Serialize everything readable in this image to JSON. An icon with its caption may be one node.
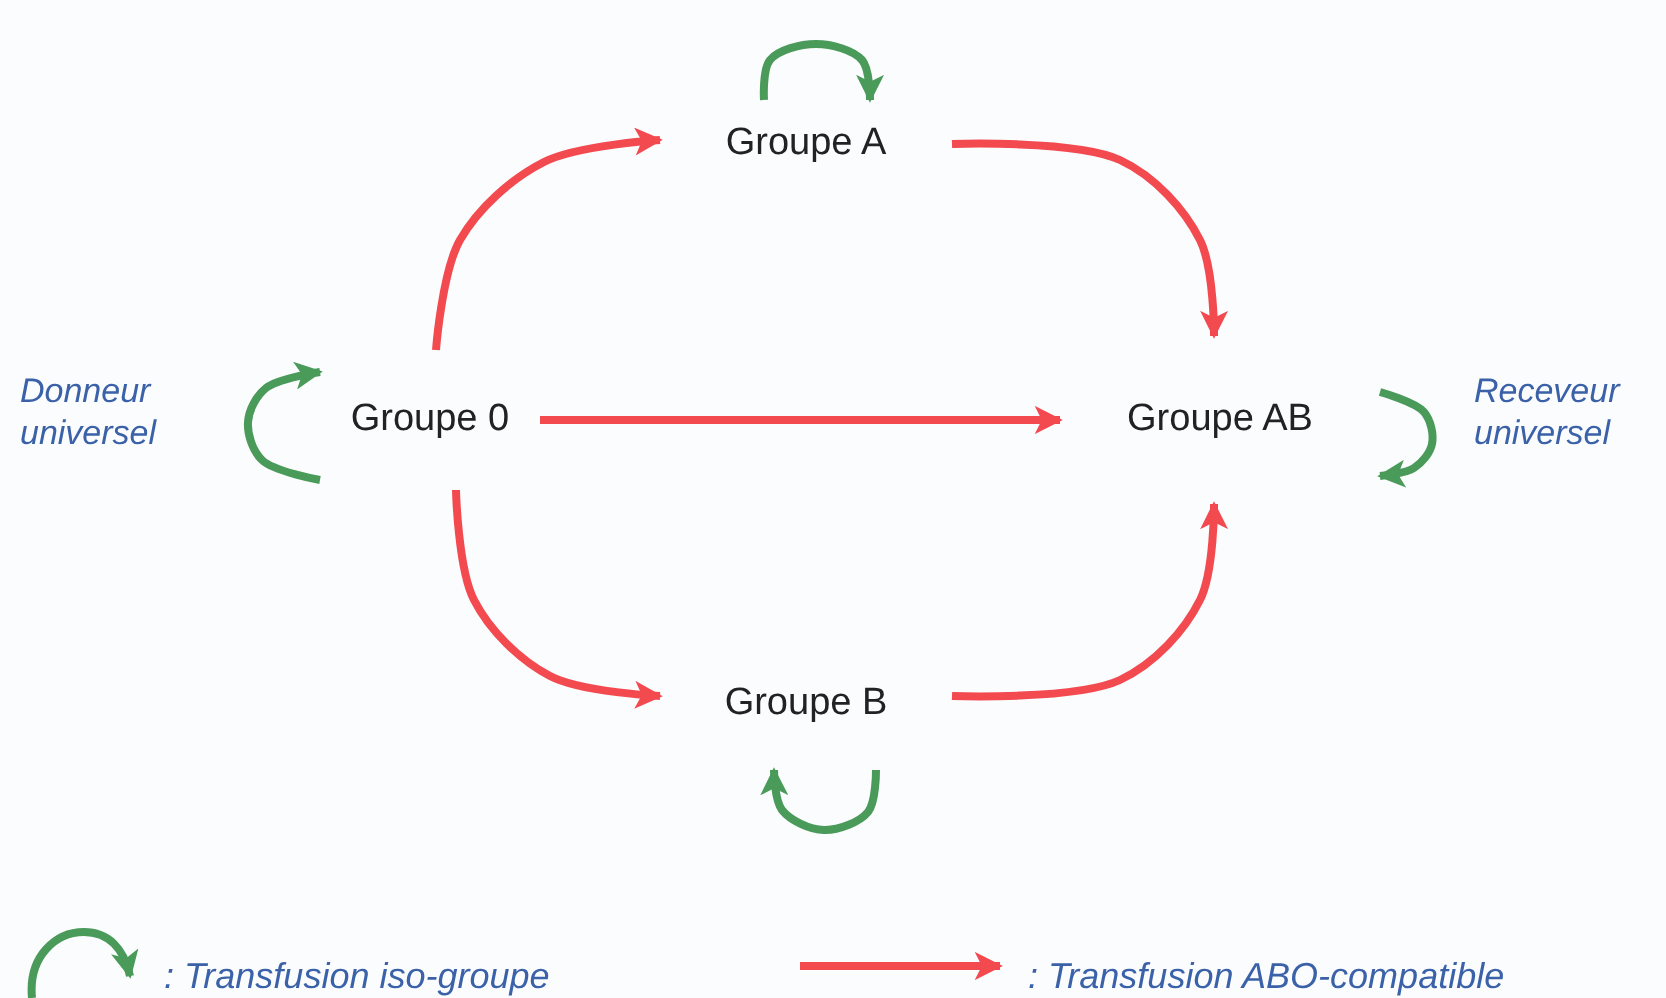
{
  "diagram": {
    "nodes": [
      {
        "text": [
          "Groupe A"
        ]
      },
      {
        "text": [
          "Groupe 0"
        ]
      },
      {
        "text": [
          "Groupe AB"
        ]
      },
      {
        "text": [
          "Groupe B"
        ]
      }
    ],
    "edges": [
      {
        "from": 0,
        "to": 0,
        "arrow": "to",
        "color": "#4a9a5a"
      },
      {
        "from": 1,
        "to": 0,
        "arrow": "to"
      },
      {
        "from": 0,
        "to": 2,
        "arrow": "to"
      },
      {
        "from": 1,
        "to": 1,
        "arrow": "to",
        "color": "#4a9a5a"
      },
      {
        "from": 1,
        "to": 2,
        "arrow": "to"
      },
      {
        "from": 2,
        "to": 2,
        "arrow": "to",
        "color": "#4a9a5a"
      },
      {
        "from": 1,
        "to": 3,
        "arrow": "to"
      },
      {
        "from": 3,
        "to": 2,
        "arrow": "to"
      },
      {
        "from": 3,
        "to": 3,
        "arrow": "to",
        "color": "#4a9a5a"
      }
    ],
    "labels": [
      "Donneur universel",
      "Receveur universel"
    ],
    "legend": [
      {
        "text": ": Transfusion iso-groupe"
      },
      {
        "text": ": Transfusion ABO-compatible"
      }
    ]
  }
}
